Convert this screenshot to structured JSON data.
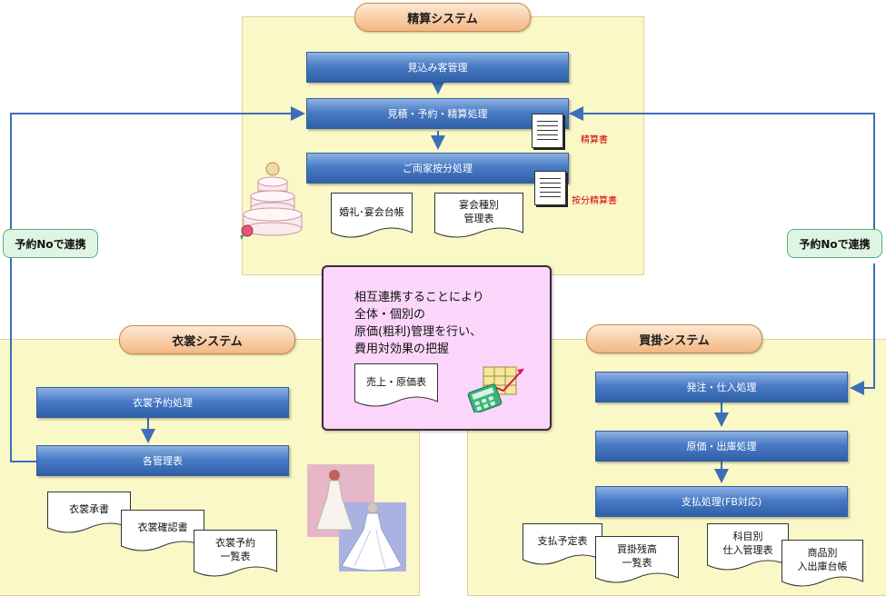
{
  "seisan": {
    "title": "精算システム",
    "processes": [
      "見込み客管理",
      "見積・予約・精算処理",
      "ご両家按分処理"
    ],
    "docs": [
      "婚礼･宴会台帳",
      "宴会種別\n管理表"
    ],
    "reports": [
      "精算書",
      "按分精算書"
    ]
  },
  "link_label_left": "予約Noで連携",
  "link_label_right": "予約Noで連携",
  "center": {
    "message": "相互連携することにより\n全体・個別の\n原価(粗利)管理を行い、\n費用対効果の把握",
    "doc": "売上・原価表"
  },
  "isho": {
    "title": "衣裳システム",
    "processes": [
      "衣裳予約処理",
      "各管理表"
    ],
    "docs": [
      "衣裳承書",
      "衣裳確認書",
      "衣裳予約\n一覧表"
    ]
  },
  "kaikake": {
    "title": "買掛システム",
    "processes": [
      "発注・仕入処理",
      "原価・出庫処理",
      "支払処理(FB対応)"
    ],
    "docs": [
      "支払予定表",
      "買掛残高\n一覧表",
      "科目別\n仕入管理表",
      "商品別\n入出庫台帳"
    ]
  },
  "colors": {
    "panel": "#fbf8c7",
    "process": "#4a7cc6",
    "connector": "#3d6fb8",
    "center_box": "#fbd6fa",
    "link_label": "#dff5e3",
    "title_pill": "#f4b784",
    "report_text": "#d40000"
  }
}
